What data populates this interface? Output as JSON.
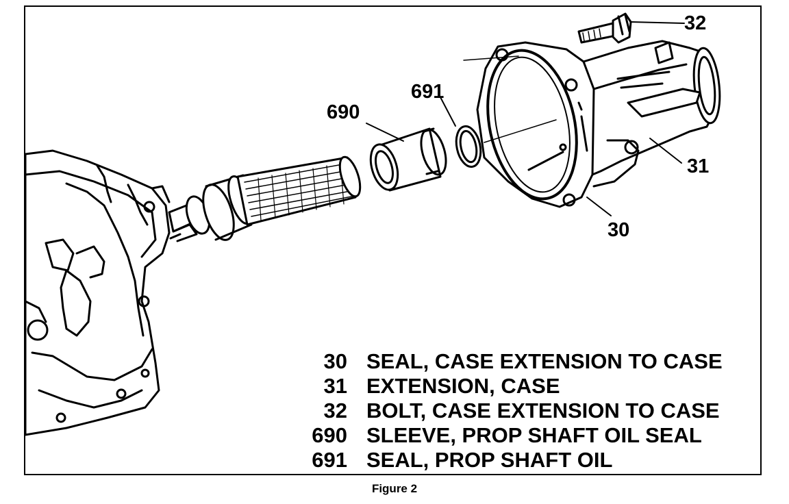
{
  "figure": {
    "caption": "Figure 2"
  },
  "callouts": {
    "c32": "32",
    "c691": "691",
    "c690": "690",
    "c31": "31",
    "c30": "30"
  },
  "legend": [
    {
      "number": "30",
      "description": "SEAL, CASE EXTENSION TO CASE"
    },
    {
      "number": "31",
      "description": "EXTENSION, CASE"
    },
    {
      "number": "32",
      "description": "BOLT, CASE EXTENSION TO CASE"
    },
    {
      "number": "690",
      "description": "SLEEVE, PROP SHAFT OIL SEAL"
    },
    {
      "number": "691",
      "description": "SEAL, PROP SHAFT OIL"
    }
  ]
}
